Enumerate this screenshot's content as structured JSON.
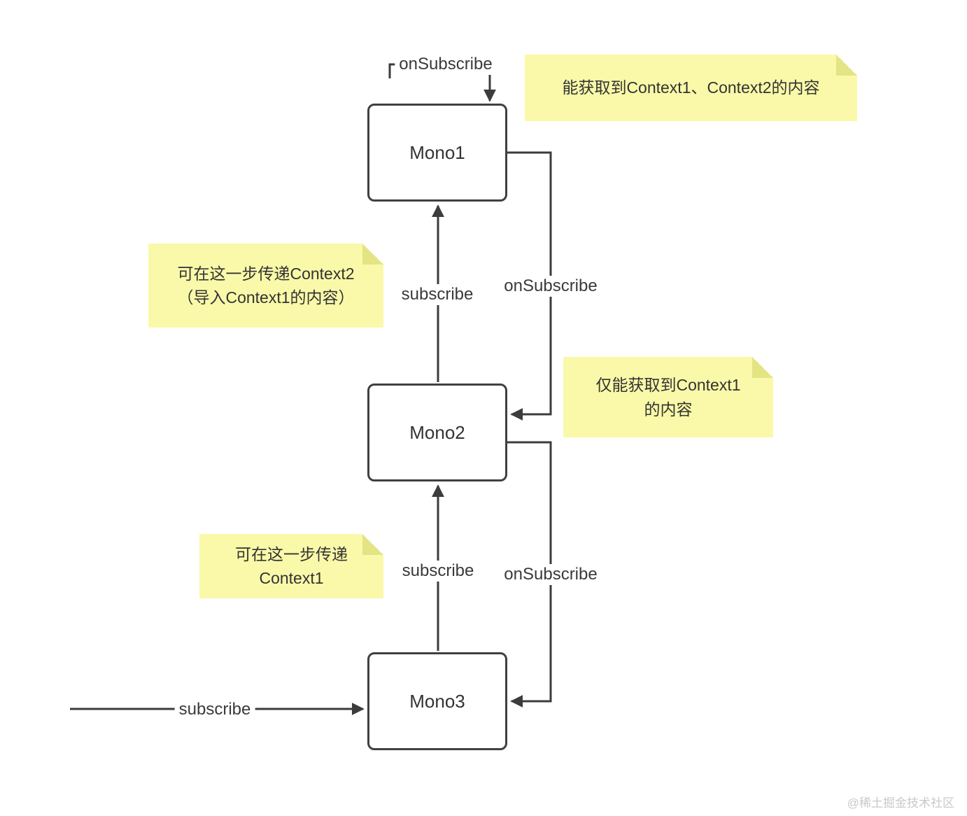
{
  "nodes": {
    "mono1": "Mono1",
    "mono2": "Mono2",
    "mono3": "Mono3"
  },
  "edge_labels": {
    "onsubscribe_top": "onSubscribe",
    "subscribe_mono2_to_mono1": "subscribe",
    "onsubscribe_mono1_to_mono2": "onSubscribe",
    "subscribe_mono3_to_mono2": "subscribe",
    "onsubscribe_mono2_to_mono3": "onSubscribe",
    "subscribe_entry": "subscribe"
  },
  "notes": {
    "note_top_right": {
      "line1": "能获取到Context1、Context2的内容"
    },
    "note_left_upper": {
      "line1": "可在这一步传递Context2",
      "line2": "（导入Context1的内容）"
    },
    "note_right_middle": {
      "line1": "仅能获取到Context1",
      "line2": "的内容"
    },
    "note_left_lower": {
      "line1": "可在这一步传递",
      "line2": "Context1"
    }
  },
  "watermark": "@稀土掘金技术社区",
  "colors": {
    "note_bg": "#f9f9a9",
    "note_fold": "#e4e484",
    "line": "#3c3c3c"
  }
}
